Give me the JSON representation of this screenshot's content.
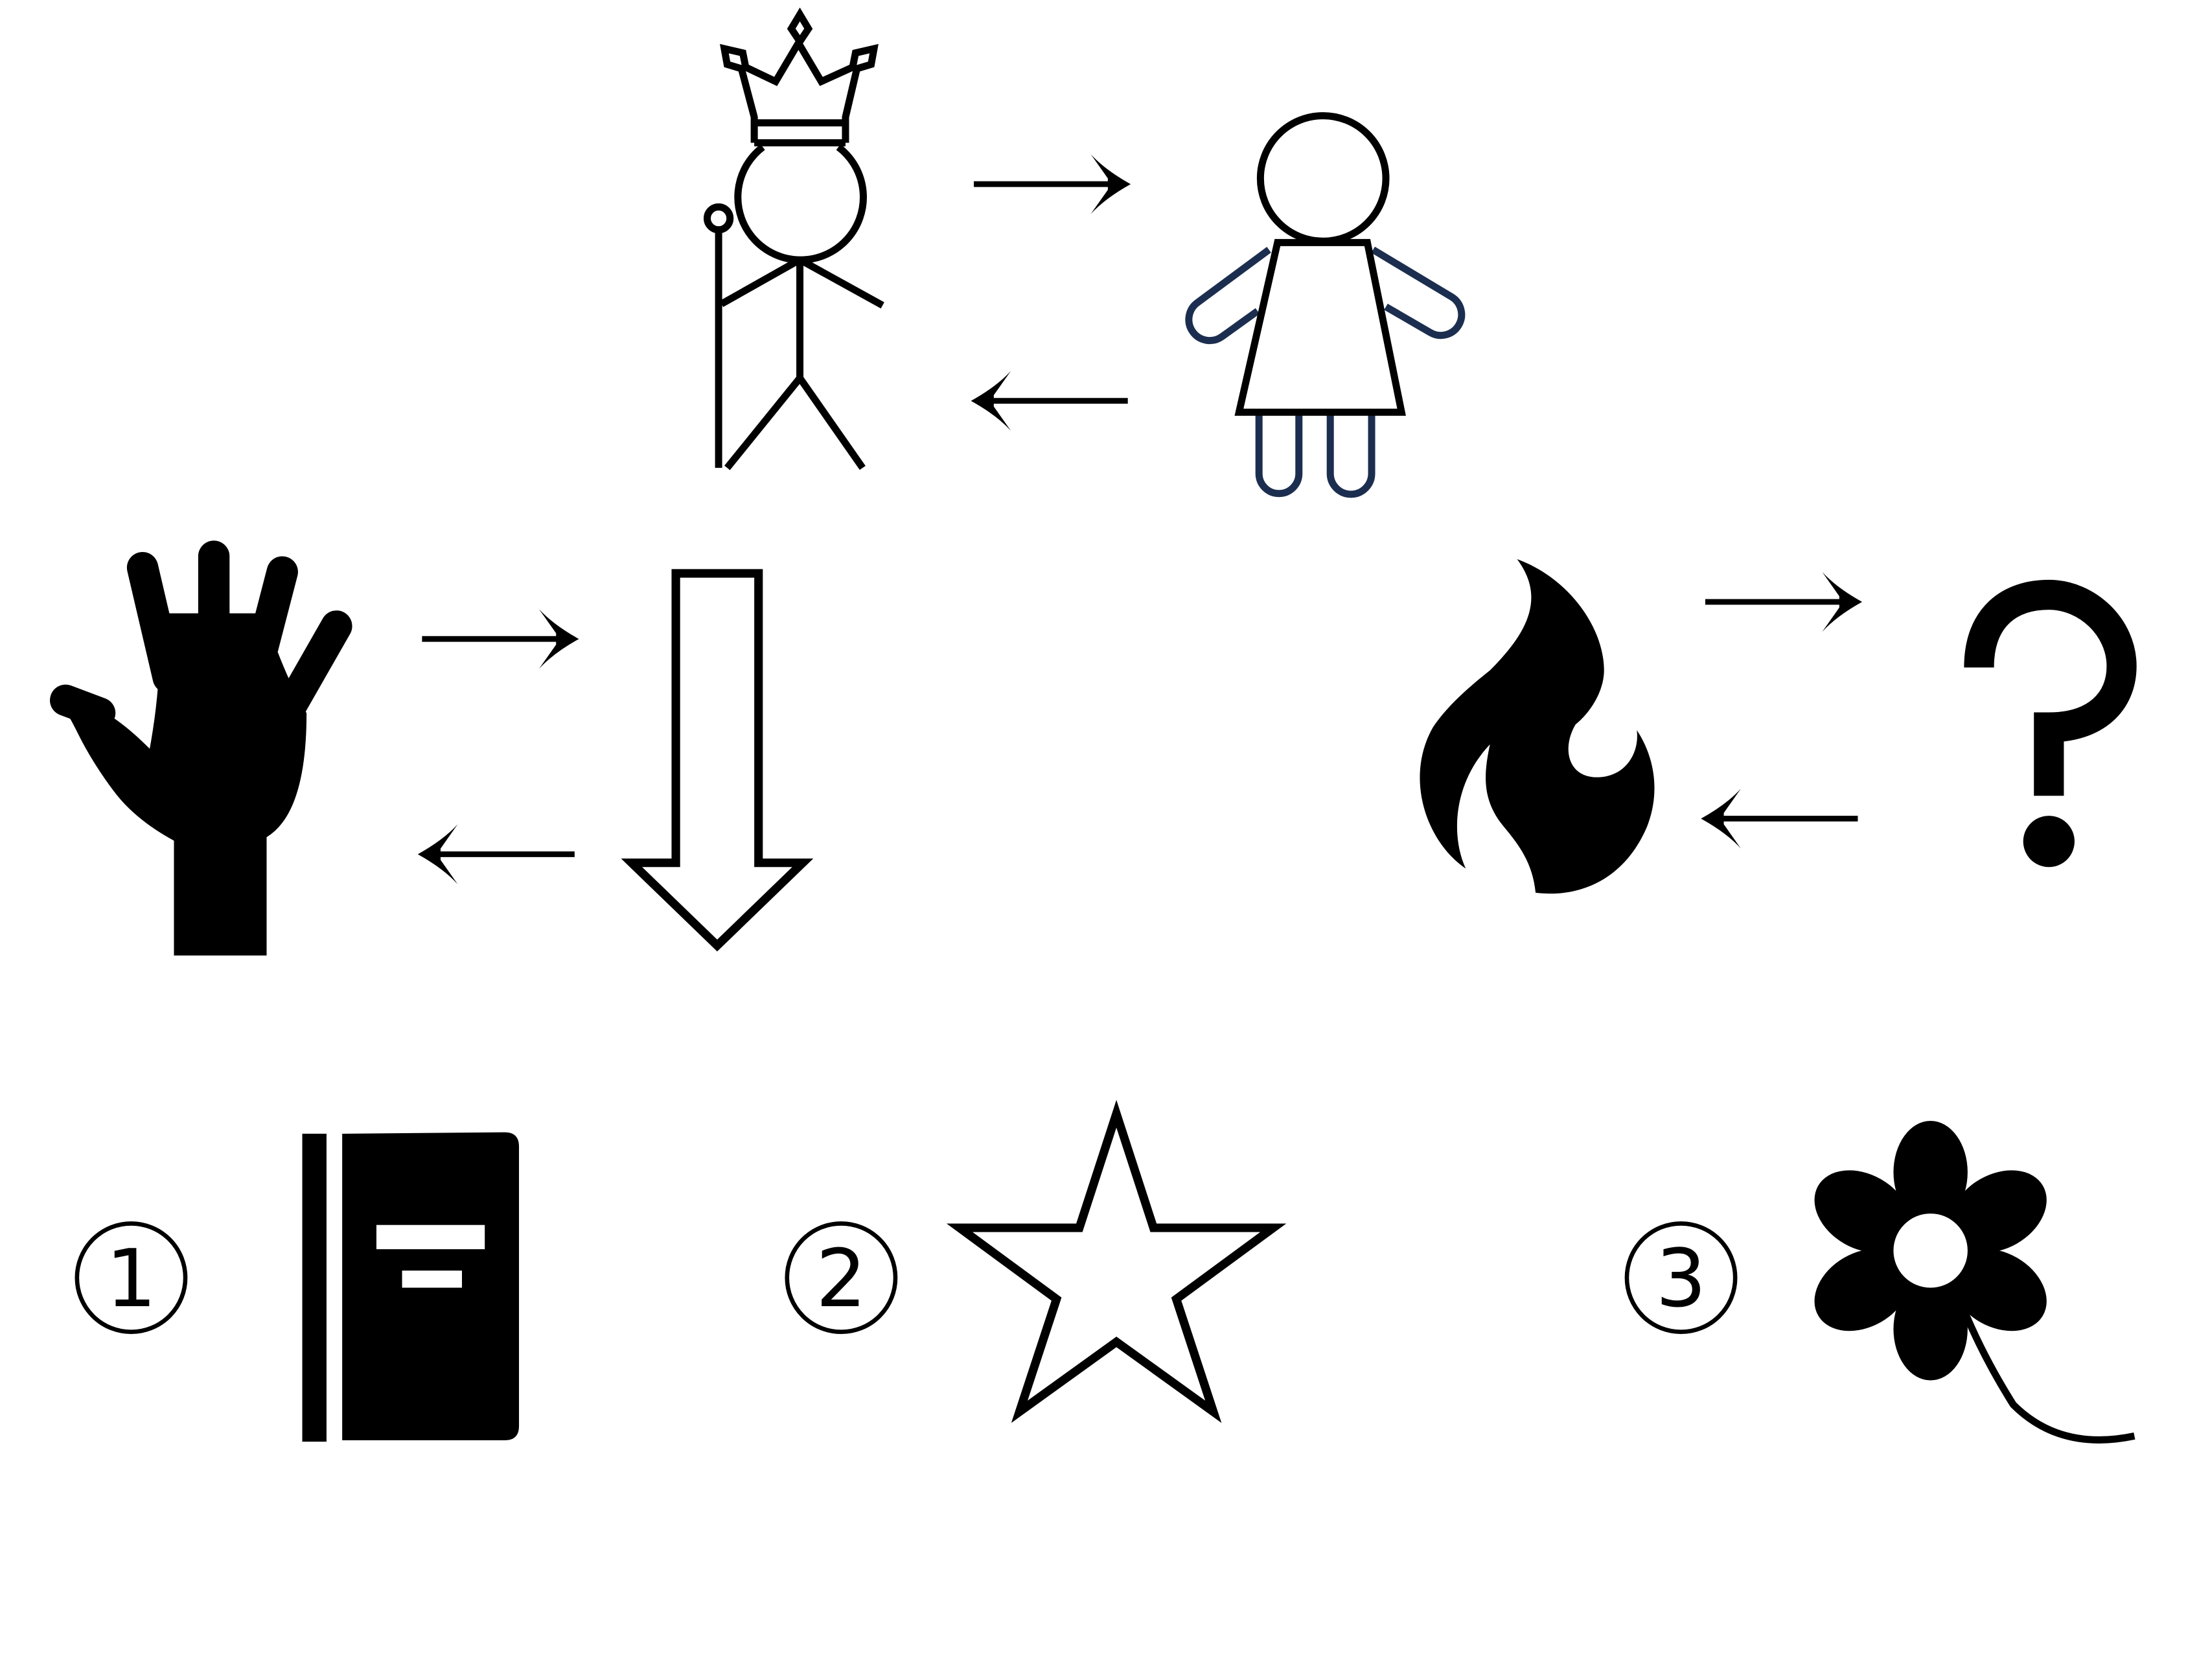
{
  "colors": {
    "ink": "#000000",
    "accent": "#1c2e4f",
    "background": "#ffffff"
  },
  "rows": {
    "top": {
      "left": "king-icon",
      "right": "child-icon",
      "arrows": [
        "right-arrow-icon",
        "left-arrow-icon"
      ]
    },
    "middle_left": {
      "left": "hand-icon",
      "right": "down-arrow-icon",
      "arrows": [
        "right-arrow-icon",
        "left-arrow-icon"
      ]
    },
    "middle_right": {
      "left": "fire-icon",
      "right": "question-mark",
      "right_text": "?",
      "arrows": [
        "right-arrow-icon",
        "left-arrow-icon"
      ]
    }
  },
  "options": [
    {
      "label": "①",
      "icon": "book-icon"
    },
    {
      "label": "②",
      "icon": "star-icon"
    },
    {
      "label": "③",
      "icon": "flower-icon"
    }
  ]
}
